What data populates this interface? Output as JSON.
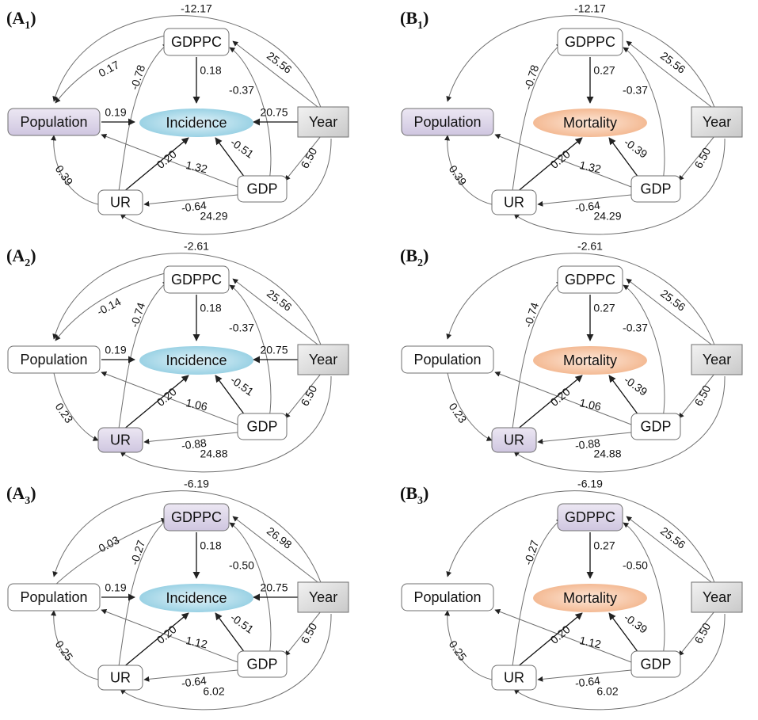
{
  "colors": {
    "highlight_node": "#ddd6ea",
    "plain_node": "#ffffff",
    "year_node": "#dcdcdc",
    "incidence": "#a6d8e8",
    "mortality": "#f6c09c"
  },
  "panels": [
    {
      "letter": "A",
      "sub": "1",
      "paren_open": "(",
      "paren_close": ")",
      "outcome": "Incidence",
      "highlight": "Population",
      "labels": {
        "top": "-12.17",
        "pop_gdppc": "0.17",
        "ur_gdppc": "-0.78",
        "gdppc_out": "0.18",
        "year_gdppc": "25.56",
        "gdp_gdppc": "-0.37",
        "pop_out": "0.19",
        "year_out": "20.75",
        "ur_out": "0.20",
        "gdp_out": "-0.51",
        "gdp_pop": "1.32",
        "ur_pop": "0.39",
        "year_gdp": "6.50",
        "gdp_ur": "-0.64",
        "year_ur": "24.29"
      }
    },
    {
      "letter": "B",
      "sub": "1",
      "paren_open": "(",
      "paren_close": ")",
      "outcome": "Mortality",
      "highlight": "Population",
      "labels": {
        "top": "-12.17",
        "pop_gdppc": "",
        "ur_gdppc": "-0.78",
        "gdppc_out": "0.27",
        "year_gdppc": "25.56",
        "gdp_gdppc": "-0.37",
        "pop_out": "",
        "year_out": "",
        "ur_out": "0.20",
        "gdp_out": "-0.39",
        "gdp_pop": "1.32",
        "ur_pop": "0.39",
        "year_gdp": "6.50",
        "gdp_ur": "-0.64",
        "year_ur": "24.29"
      }
    },
    {
      "letter": "A",
      "sub": "2",
      "paren_open": "(",
      "paren_close": ")",
      "outcome": "Incidence",
      "highlight": "UR",
      "labels": {
        "top": "-2.61",
        "pop_gdppc": "-0.14",
        "ur_gdppc": "-0.74",
        "gdppc_out": "0.18",
        "year_gdppc": "25.56",
        "gdp_gdppc": "-0.37",
        "pop_out": "0.19",
        "year_out": "20.75",
        "ur_out": "0.20",
        "gdp_out": "-0.51",
        "gdp_pop": "1.06",
        "ur_pop": "0.23",
        "year_gdp": "6.50",
        "gdp_ur": "-0.88",
        "year_ur": "24.88"
      }
    },
    {
      "letter": "B",
      "sub": "2",
      "paren_open": "(",
      "paren_close": ")",
      "outcome": "Mortality",
      "highlight": "UR",
      "labels": {
        "top": "-2.61",
        "pop_gdppc": "",
        "ur_gdppc": "-0.74",
        "gdppc_out": "0.27",
        "year_gdppc": "25.56",
        "gdp_gdppc": "-0.37",
        "pop_out": "",
        "year_out": "",
        "ur_out": "0.20",
        "gdp_out": "-0.39",
        "gdp_pop": "1.06",
        "ur_pop": "0.23",
        "year_gdp": "6.50",
        "gdp_ur": "-0.88",
        "year_ur": "24.88"
      }
    },
    {
      "letter": "A",
      "sub": "3",
      "paren_open": "(",
      "paren_close": ")",
      "outcome": "Incidence",
      "highlight": "GDPPC",
      "labels": {
        "top": "-6.19",
        "pop_gdppc": "0.03",
        "ur_gdppc": "-0.27",
        "gdppc_out": "0.18",
        "year_gdppc": "26.98",
        "gdp_gdppc": "-0.50",
        "pop_out": "0.19",
        "year_out": "20.75",
        "ur_out": "0.20",
        "gdp_out": "-0.51",
        "gdp_pop": "1.12",
        "ur_pop": "0.25",
        "year_gdp": "6.50",
        "gdp_ur": "-0.64",
        "year_ur": "6.02"
      }
    },
    {
      "letter": "B",
      "sub": "3",
      "paren_open": "(",
      "paren_close": ")",
      "outcome": "Mortality",
      "highlight": "GDPPC",
      "labels": {
        "top": "-6.19",
        "pop_gdppc": "",
        "ur_gdppc": "-0.27",
        "gdppc_out": "0.27",
        "year_gdppc": "25.56",
        "gdp_gdppc": "-0.50",
        "pop_out": "",
        "year_out": "",
        "ur_out": "0.20",
        "gdp_out": "-0.39",
        "gdp_pop": "1.12",
        "ur_pop": "0.25",
        "year_gdp": "6.50",
        "gdp_ur": "-0.64",
        "year_ur": "6.02"
      }
    }
  ],
  "node_names": {
    "gdppc": "GDPPC",
    "population": "Population",
    "year": "Year",
    "ur": "UR",
    "gdp": "GDP"
  }
}
